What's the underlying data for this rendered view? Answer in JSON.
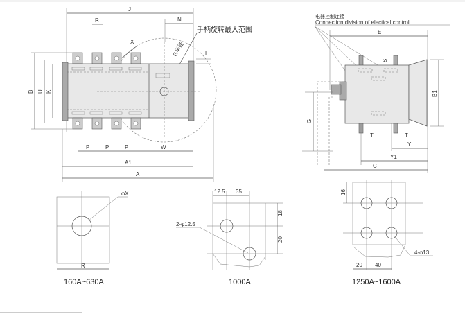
{
  "front_view": {
    "dims": {
      "J": "J",
      "N": "N",
      "R": "R",
      "X": "X",
      "G_radius": "G半径",
      "L": "L",
      "B": "B",
      "U": "U",
      "K": "K",
      "P1": "P",
      "P2": "P",
      "P3": "P",
      "W": "W",
      "A1": "A1",
      "A": "A"
    },
    "handle_note": "手柄旋转最大范围"
  },
  "side_view": {
    "note_cn": "电器控制连接",
    "note_en": "Connection division of electical control",
    "dims": {
      "E": "E",
      "S": "S",
      "B1": "B1",
      "G": "G",
      "T1": "T",
      "T2": "T",
      "Y": "Y",
      "Y1": "Y1",
      "C": "C"
    }
  },
  "terminal_160_630": {
    "hole": "φX",
    "width": "R",
    "caption": "160A~630A"
  },
  "terminal_1000": {
    "d1": "12.5",
    "d2": "35",
    "d3": "18",
    "d4": "20",
    "hole": "2-φ12.5",
    "caption": "1000A"
  },
  "terminal_1250_1600": {
    "d1": "16",
    "d2": "20",
    "d3": "40",
    "hole": "4-φ13",
    "caption": "1250A~1600A"
  }
}
